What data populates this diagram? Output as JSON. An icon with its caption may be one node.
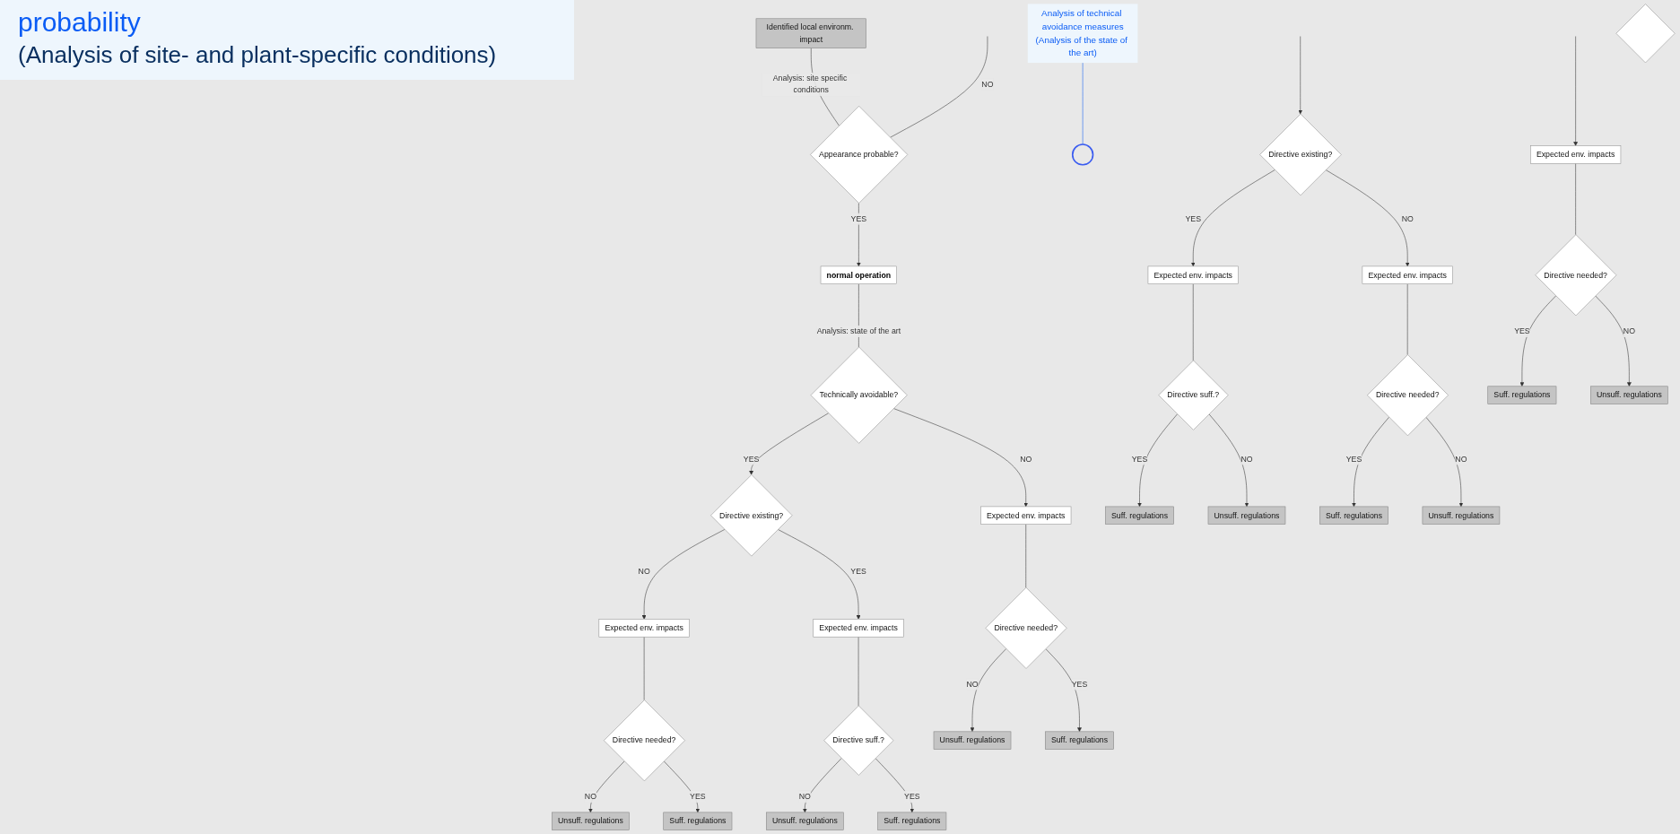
{
  "diagram": {
    "nodes": [
      {
        "text": [
          "Identified local environm. impact"
        ]
      },
      {
        "text": [
          "Appearance probable?"
        ]
      },
      {
        "text": [
          "normal operation"
        ]
      },
      {
        "text": [
          "Technically avoidable?"
        ]
      },
      {
        "text": [],
        "shape": "circle"
      },
      {
        "text": [
          "Analysis of technical avoidance measures",
          "(Analysis of the state of the art)"
        ]
      },
      {
        "text": [],
        "shape": "diamond"
      },
      {
        "text": [
          "Directive existing?"
        ]
      },
      {
        "text": [
          "Directive existing?"
        ]
      },
      {
        "text": [
          "Expected env. impacts"
        ]
      },
      {
        "text": [
          "Expected env. impacts"
        ]
      },
      {
        "text": [
          "Expected env. impacts"
        ]
      },
      {
        "text": [
          "Expected env. impacts"
        ]
      },
      {
        "text": [
          "Expected env. impacts"
        ]
      },
      {
        "text": [
          "Expected env. impacts"
        ]
      },
      {
        "text": [
          "Directive suff.?"
        ]
      },
      {
        "text": [
          "Directive needed?"
        ]
      },
      {
        "text": [
          "Directive needed?"
        ]
      },
      {
        "text": [
          "Directive needed?"
        ]
      },
      {
        "text": [
          "Directive needed?"
        ]
      },
      {
        "text": [
          "Directive suff.?"
        ]
      },
      {
        "text": [
          "Suff. regulations"
        ]
      },
      {
        "text": [
          "Unsuff. regulations"
        ]
      },
      {
        "text": [
          "Suff. regulations"
        ]
      },
      {
        "text": [
          "Unsuff. regulations"
        ]
      },
      {
        "text": [
          "Suff. regulations"
        ]
      },
      {
        "text": [
          "Unsuff. regulations"
        ]
      },
      {
        "text": [
          "Unsuff. regulations"
        ]
      },
      {
        "text": [
          "Suff. regulations"
        ]
      },
      {
        "text": [
          "Unsuff. regulations"
        ]
      },
      {
        "text": [
          "Suff. regulations"
        ]
      },
      {
        "text": [
          "Unsuff. regulations"
        ]
      },
      {
        "text": [
          "Suff. regulations"
        ]
      }
    ],
    "edges": [
      {
        "from": 0,
        "to": 1,
        "arrow": "none",
        "label": "Analysis: site specific conditions"
      },
      {
        "from": 1,
        "to": 2,
        "arrow": "to",
        "label": "YES"
      },
      {
        "from": 1,
        "to": null,
        "arrow": "none",
        "label": "NO"
      },
      {
        "from": 2,
        "to": 3,
        "arrow": "none",
        "label": "Analysis: state of the art"
      },
      {
        "from": 3,
        "to": 12,
        "arrow": "to",
        "label": "NO"
      },
      {
        "from": 3,
        "to": 8,
        "arrow": "to",
        "label": "YES"
      },
      {
        "from": 5,
        "to": 4,
        "arrow": "none",
        "color": "#0a5cf5"
      },
      {
        "from": null,
        "to": 7,
        "arrow": "to"
      },
      {
        "from": null,
        "to": 11,
        "arrow": "to"
      },
      {
        "from": 7,
        "to": 9,
        "arrow": "to",
        "label": "YES"
      },
      {
        "from": 7,
        "to": 10,
        "arrow": "to",
        "label": "NO"
      },
      {
        "from": 8,
        "to": 13,
        "arrow": "to",
        "label": "NO"
      },
      {
        "from": 8,
        "to": 14,
        "arrow": "to",
        "label": "YES"
      },
      {
        "from": 9,
        "to": 15,
        "arrow": "none"
      },
      {
        "from": 10,
        "to": 16,
        "arrow": "none"
      },
      {
        "from": 11,
        "to": 17,
        "arrow": "none"
      },
      {
        "from": 12,
        "to": 18,
        "arrow": "none"
      },
      {
        "from": 13,
        "to": 19,
        "arrow": "none"
      },
      {
        "from": 14,
        "to": 20,
        "arrow": "none"
      },
      {
        "from": 15,
        "to": 21,
        "arrow": "to",
        "label": "YES"
      },
      {
        "from": 15,
        "to": 22,
        "arrow": "to",
        "label": "NO"
      },
      {
        "from": 16,
        "to": 23,
        "arrow": "to",
        "label": "YES"
      },
      {
        "from": 16,
        "to": 24,
        "arrow": "to",
        "label": "NO"
      },
      {
        "from": 17,
        "to": 25,
        "arrow": "to",
        "label": "YES"
      },
      {
        "from": 17,
        "to": 26,
        "arrow": "to",
        "label": "NO"
      },
      {
        "from": 18,
        "to": 27,
        "arrow": "to",
        "label": "NO"
      },
      {
        "from": 18,
        "to": 28,
        "arrow": "to",
        "label": "YES"
      },
      {
        "from": 19,
        "to": 29,
        "arrow": "to",
        "label": "NO"
      },
      {
        "from": 19,
        "to": 30,
        "arrow": "to",
        "label": "YES"
      },
      {
        "from": 20,
        "to": 31,
        "arrow": "to",
        "label": "NO"
      },
      {
        "from": 20,
        "to": 32,
        "arrow": "to",
        "label": "YES"
      }
    ],
    "labels": [
      "probability",
      "(Analysis of site- and plant-specific conditions)"
    ]
  }
}
